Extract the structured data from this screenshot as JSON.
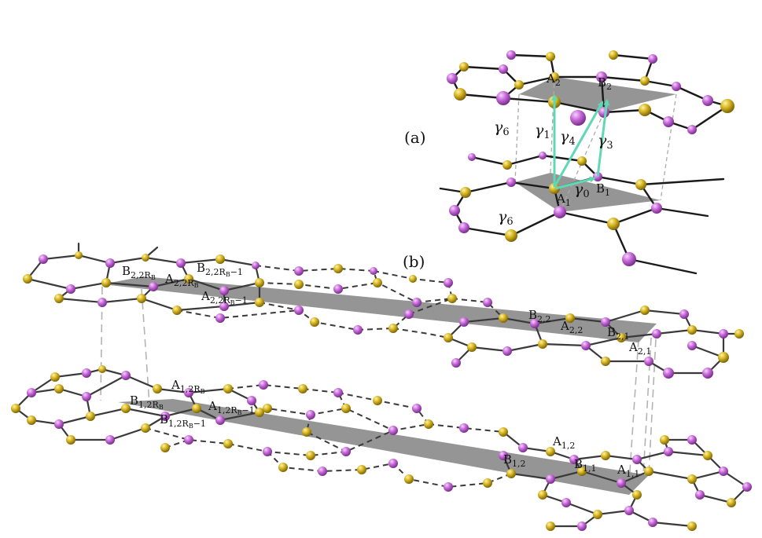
{
  "panel_labels": {
    "a": "(a)",
    "b": "(b)"
  },
  "panel_a": {
    "labels": [
      {
        "id": "A2",
        "base": "A",
        "sub": "2"
      },
      {
        "id": "B2",
        "base": "B",
        "sub": "2"
      },
      {
        "id": "A1",
        "base": "A",
        "sub": "1"
      },
      {
        "id": "B1",
        "base": "B",
        "sub": "1"
      }
    ],
    "hoppings": [
      {
        "id": "g0",
        "sym": "γ",
        "sub": "0"
      },
      {
        "id": "g1",
        "sym": "γ",
        "sub": "1"
      },
      {
        "id": "g3",
        "sym": "γ",
        "sub": "3"
      },
      {
        "id": "g4",
        "sym": "γ",
        "sub": "4"
      },
      {
        "id": "g6top",
        "sym": "γ",
        "sub": "6"
      },
      {
        "id": "g6bot",
        "sym": "γ",
        "sub": "6"
      }
    ]
  },
  "panel_b": {
    "labels": [
      {
        "id": "B22RB",
        "base": "B",
        "sub": "2,2R",
        "subsub": "B"
      },
      {
        "id": "B22RB1",
        "base": "B",
        "sub": "2,2R",
        "subsub": "B",
        "tail": "−1"
      },
      {
        "id": "A22RB",
        "base": "A",
        "sub": "2,2R",
        "subsub": "B"
      },
      {
        "id": "A22RB1",
        "base": "A",
        "sub": "2,2R",
        "subsub": "B",
        "tail": "−1"
      },
      {
        "id": "B22",
        "base": "B",
        "sub": "2,2"
      },
      {
        "id": "A22",
        "base": "A",
        "sub": "2,2"
      },
      {
        "id": "B21",
        "base": "B",
        "sub": "2,1"
      },
      {
        "id": "A21",
        "base": "A",
        "sub": "2,1"
      },
      {
        "id": "A12RB",
        "base": "A",
        "sub": "1,2R",
        "subsub": "B"
      },
      {
        "id": "B12RB",
        "base": "B",
        "sub": "1,2R",
        "subsub": "B"
      },
      {
        "id": "A12RB1",
        "base": "A",
        "sub": "1,2R",
        "subsub": "B",
        "tail": "−1"
      },
      {
        "id": "B12RB1",
        "base": "B",
        "sub": "1,2R",
        "subsub": "B",
        "tail": "−1"
      },
      {
        "id": "A12",
        "base": "A",
        "sub": "1,2"
      },
      {
        "id": "B12",
        "base": "B",
        "sub": "1,2"
      },
      {
        "id": "B11",
        "base": "B",
        "sub": "1,1"
      },
      {
        "id": "A11",
        "base": "A",
        "sub": "1,1"
      }
    ]
  },
  "colors": {
    "atom_a": "#d4b21e",
    "atom_b": "#c466d6",
    "bond": "#1a1a1a",
    "plane": "#8a8a8a",
    "hopping_arrow": "#5fd8b4",
    "guide_line": "#aaaaaa"
  }
}
